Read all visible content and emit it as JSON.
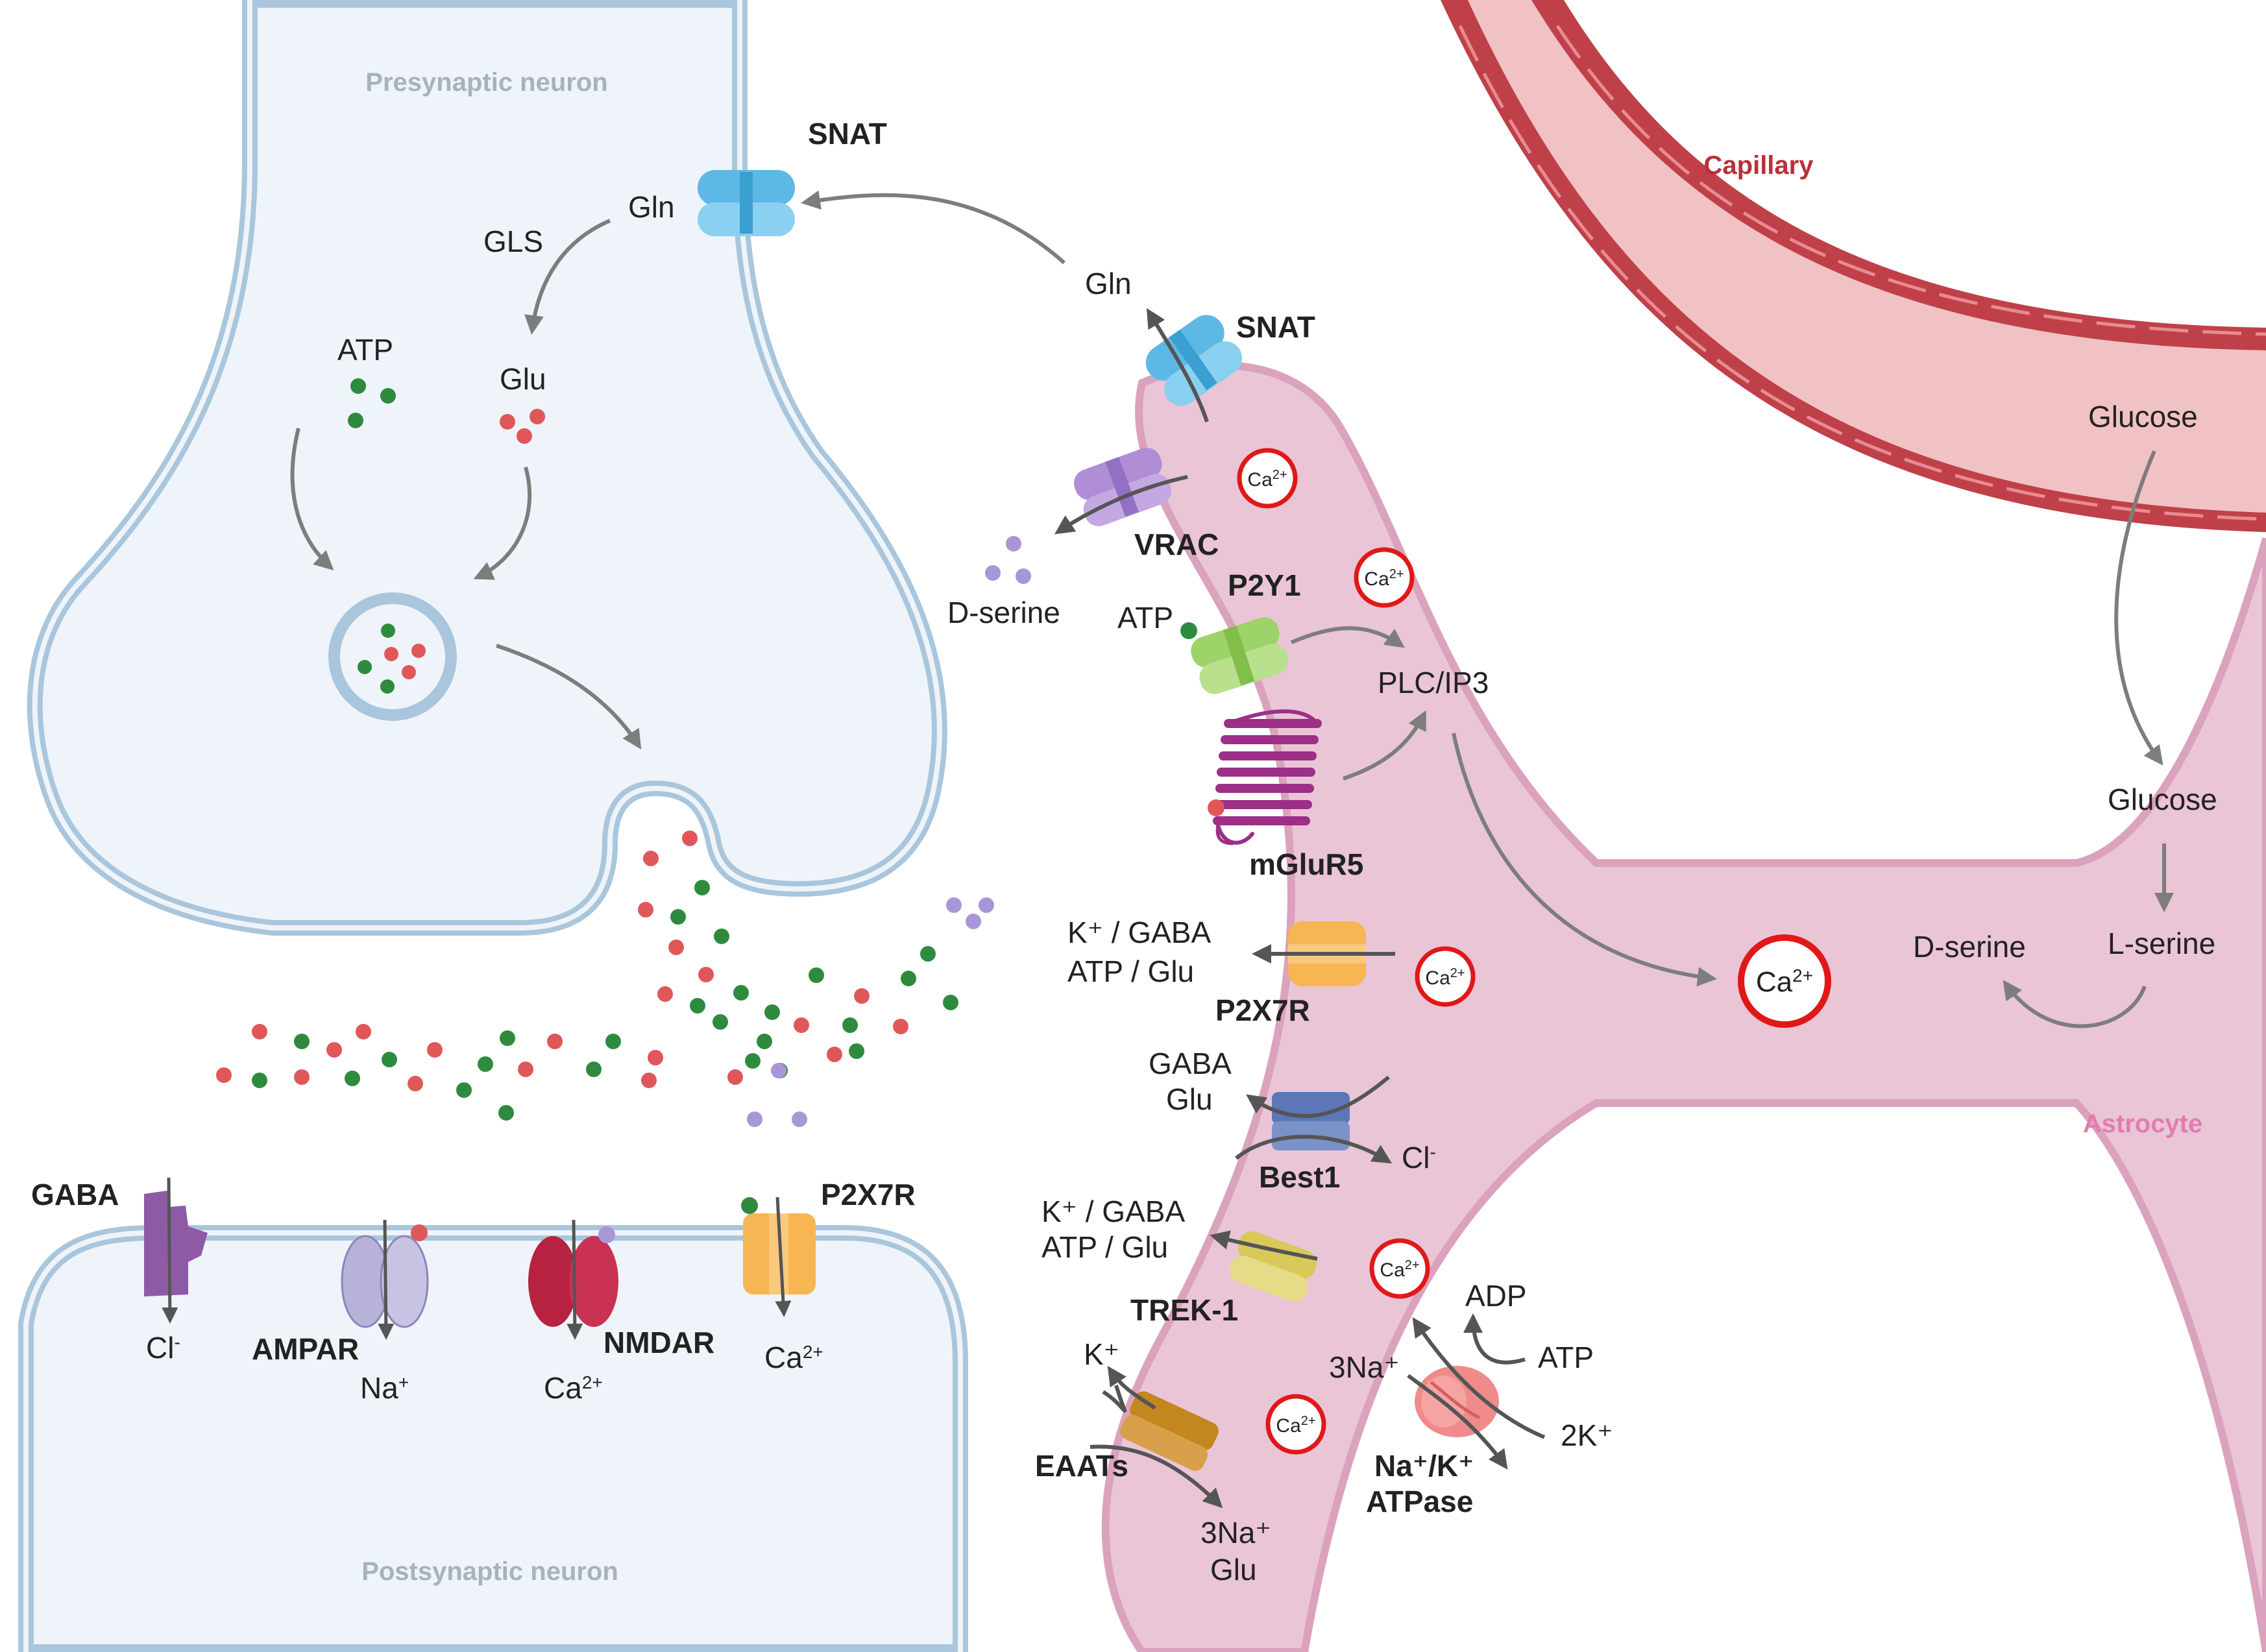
{
  "regions": {
    "presynaptic": "Presynaptic neuron",
    "postsynaptic": "Postsynaptic neuron",
    "capillary": "Capillary",
    "astrocyte": "Astrocyte"
  },
  "presynaptic": {
    "snat": "SNAT",
    "gln": "Gln",
    "gls": "GLS",
    "atp": "ATP",
    "glu": "Glu"
  },
  "postsynaptic": {
    "gaba": "GABA",
    "gaba_ion": "Cl",
    "gaba_ion_sup": "-",
    "ampar": "AMPAR",
    "ampar_ion": "Na",
    "ampar_ion_sup": "+",
    "nmdar": "NMDAR",
    "nmdar_ion": "Ca",
    "nmdar_ion_sup": "2+",
    "p2x7r": "P2X7R",
    "p2x7r_ion": "Ca",
    "p2x7r_ion_sup": "2+"
  },
  "astrocyte": {
    "snat": "SNAT",
    "gln": "Gln",
    "vrac": "VRAC",
    "dserine_release": "D-serine",
    "p2y1": "P2Y1",
    "atp": "ATP",
    "plc_ip3": "PLC/IP3",
    "mglur5": "mGluR5",
    "p2x7r": "P2X7R",
    "p2x7r_line1": "K⁺ /  GABA",
    "p2x7r_line2": "ATP /  Glu",
    "best1": "Best1",
    "best1_gaba": "GABA",
    "best1_glu": "Glu",
    "best1_cl": "Cl",
    "best1_cl_sup": "-",
    "trek1": "TREK-1",
    "trek1_line1": "K⁺ /  GABA",
    "trek1_line2": "ATP /  Glu",
    "eaats": "EAATs",
    "eaats_k": "K⁺",
    "eaats_na": "3Na⁺",
    "eaats_glu": "Glu",
    "nak_line1": "Na⁺/K⁺",
    "nak_line2": "ATPase",
    "nak_3na": "3Na⁺",
    "nak_adp": "ADP",
    "nak_atp": "ATP",
    "nak_2k": "2K⁺",
    "ca": "Ca",
    "ca_sup": "2+",
    "glucose_capillary": "Glucose",
    "glucose": "Glucose",
    "l_serine": "L-serine",
    "d_serine": "D-serine"
  },
  "colors": {
    "membrane_fill": "#eef4fa",
    "membrane_stroke": "#a9c6dc",
    "astrocyte_fill": "#eac5d6",
    "astrocyte_stroke": "#dba2bd",
    "capillary_wall": "#c0404a",
    "capillary_lumen": "#f1c2c4",
    "glutamate": "#e0575a",
    "atp": "#2e8b3e",
    "d_serine": "#a996d8",
    "snat": "#5eb8e6",
    "vrac": "#b08ed6",
    "p2y1": "#9ed36a",
    "mglur5": "#9c2f86",
    "p2x7r": "#f7b553",
    "best1": "#5b77b8",
    "trek1": "#d8c95a",
    "eaats": "#c4861e",
    "nak_atpase": "#ef8b8b",
    "gaba_receptor": "#8e5aa6",
    "ampar": "#b7b2d8",
    "nmdar": "#b6223f",
    "calcium": "#e01818"
  }
}
